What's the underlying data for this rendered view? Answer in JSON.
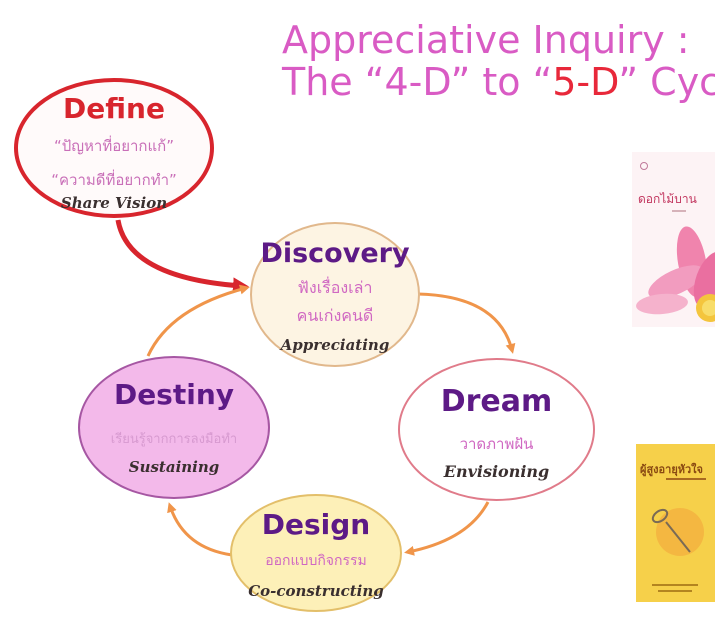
{
  "title": {
    "line1": "Appreciative Inquiry :",
    "line2_part1": "The “4-D” to “",
    "line2_accent": "5-D",
    "line2_part2": "” Cycle"
  },
  "nodes": {
    "define": {
      "name": "Define",
      "thai1": "“ปัญหาที่อยากแก้”",
      "thai2": "“ความดีที่อยากทำ”",
      "english": "Share Vision"
    },
    "discovery": {
      "name": "Discovery",
      "thai1": "ฟังเรื่องเล่า",
      "thai2": "คนเก่งคนดี",
      "english": "Appreciating"
    },
    "dream": {
      "name": "Dream",
      "thai": "วาดภาพฝัน",
      "english": "Envisioning"
    },
    "design": {
      "name": "Design",
      "thai": "ออกแบบกิจกรรม",
      "english": "Co-constructing"
    },
    "destiny": {
      "name": "Destiny",
      "thai": "เรียนรู้จากการลงมือทำ",
      "english": "Sustaining"
    }
  },
  "books": {
    "book1_title": "ดอกไม้บาน",
    "book2_title": "ผู้สูงอายุหัวใจ"
  },
  "colors": {
    "title": "#d95bc4",
    "title_accent": "#e8283a",
    "define_border": "#d8252d",
    "cycle_arrow": "#f0954a",
    "define_arrow": "#d8252d"
  }
}
